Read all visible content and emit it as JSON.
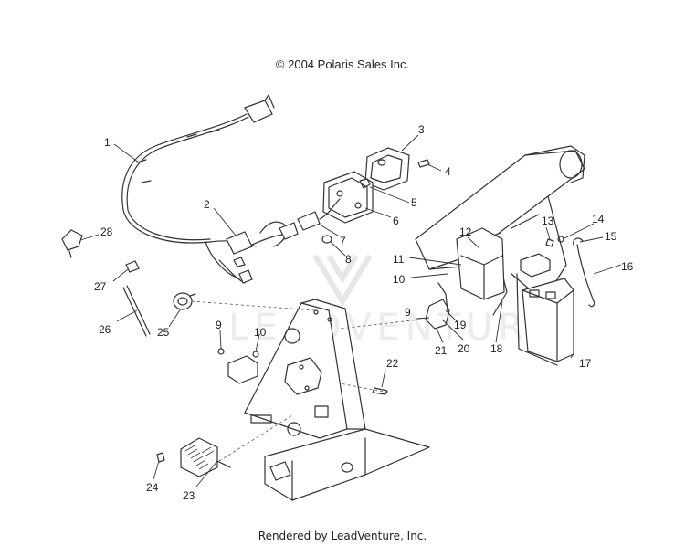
{
  "header": {
    "copyright": "© 2004 Polaris Sales Inc."
  },
  "footer": {
    "rendered_by": "Rendered by LeadVenture, Inc."
  },
  "watermark": {
    "text": "LEADVENTURE"
  },
  "callouts": [
    "1",
    "2",
    "3",
    "4",
    "5",
    "6",
    "7",
    "8",
    "9",
    "10",
    "11",
    "12",
    "13",
    "14",
    "15",
    "16",
    "17",
    "18",
    "19",
    "20",
    "21",
    "22",
    "23",
    "24",
    "25",
    "26",
    "27",
    "28",
    "9",
    "10"
  ]
}
